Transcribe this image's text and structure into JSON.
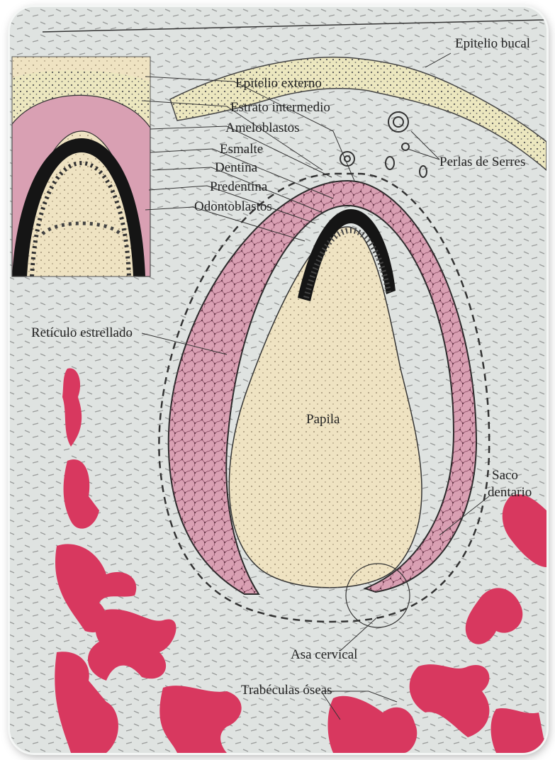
{
  "labels": {
    "epitelio_bucal": "Epitelio bucal",
    "epitelio_externo": "Epitelio externo",
    "estrato_intermedio": "Estrato intermedio",
    "ameloblastos": "Ameloblastos",
    "esmalte": "Esmalte",
    "dentina": "Dentina",
    "predentina": "Predentina",
    "odontoblastos": "Odontoblastos",
    "perlas_de_serres": "Perlas de Serres",
    "reticulo_estrellado": "Retículo estrellado",
    "papila": "Papila",
    "saco": "Saco",
    "dentario": "dentario",
    "asa_cervical": "Asa cervical",
    "trabeculas_oseas": "Trabéculas óseas"
  },
  "colors": {
    "background": "#dfe3e1",
    "enamel_organ": "#d9a0b3",
    "papilla": "#efe3c2",
    "epithelium": "#ece7bf",
    "bone": "#d8385f",
    "dark_layer": "#1a1a1a"
  }
}
